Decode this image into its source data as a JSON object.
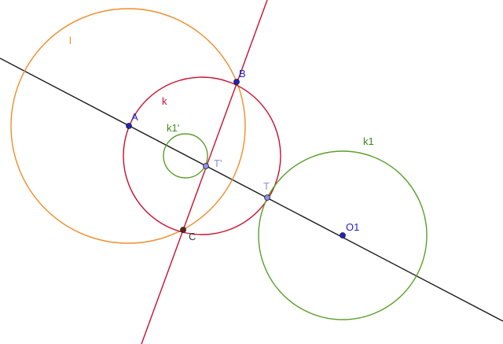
{
  "colors": {
    "background": "#ffffff",
    "black_line": "#1a1a1a",
    "red": "#c8102e",
    "orange": "#f08c28",
    "green": "#5a9e2a",
    "point_blue": "#1f22c8",
    "point_lightblue": "#8a8ee8",
    "point_dark": "#5a2818",
    "label_blue": "#1f22c8",
    "label_lightblue": "#8a8ee8",
    "label_red": "#c8102e",
    "label_orange": "#f08c28",
    "label_green": "#3a8a18",
    "label_dark": "#333333"
  },
  "labels": {
    "circle_l": "l",
    "circle_k": "k",
    "circle_k1_prime": "k1'",
    "circle_k1": "k1",
    "point_A": "A",
    "point_B": "B",
    "point_C": "C",
    "point_T_prime": "T'",
    "point_T": "T",
    "point_O1": "O1"
  }
}
